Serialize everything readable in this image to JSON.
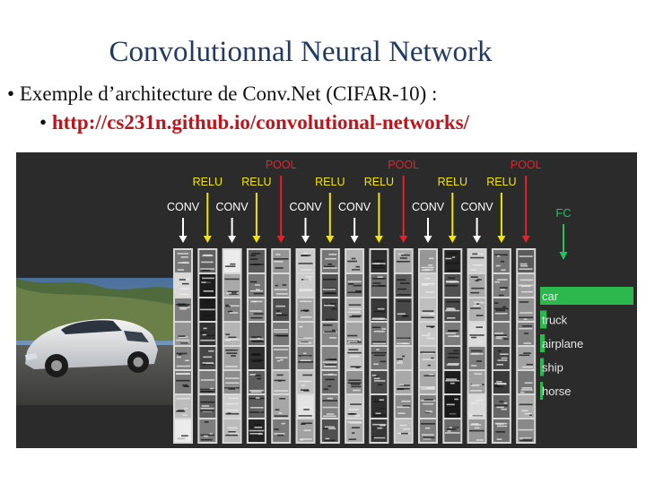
{
  "slide": {
    "title": "Convolutionnal Neural Network",
    "bullet1": {
      "marker": "•",
      "text": "Exemple d’architecture de Conv.Net  (CIFAR-10) :"
    },
    "bullet2": {
      "marker": "•",
      "url": "http://cs231n.github.io/convolutional-networks/"
    }
  },
  "figure": {
    "layers": [
      {
        "label": "CONV",
        "row": "conv",
        "color": "#ffffff"
      },
      {
        "label": "RELU",
        "row": "relu",
        "color": "#f2e600"
      },
      {
        "label": "CONV",
        "row": "conv",
        "color": "#ffffff"
      },
      {
        "label": "RELU",
        "row": "relu",
        "color": "#f2e600"
      },
      {
        "label": "POOL",
        "row": "pool",
        "color": "#e8202a"
      },
      {
        "label": "CONV",
        "row": "conv",
        "color": "#ffffff"
      },
      {
        "label": "RELU",
        "row": "relu",
        "color": "#f2e600"
      },
      {
        "label": "CONV",
        "row": "conv",
        "color": "#ffffff"
      },
      {
        "label": "RELU",
        "row": "relu",
        "color": "#f2e600"
      },
      {
        "label": "POOL",
        "row": "pool",
        "color": "#e8202a"
      },
      {
        "label": "CONV",
        "row": "conv",
        "color": "#ffffff"
      },
      {
        "label": "RELU",
        "row": "relu",
        "color": "#f2e600"
      },
      {
        "label": "CONV",
        "row": "conv",
        "color": "#ffffff"
      },
      {
        "label": "RELU",
        "row": "relu",
        "color": "#f2e600"
      },
      {
        "label": "POOL",
        "row": "pool",
        "color": "#e8202a"
      }
    ],
    "fc": {
      "label": "FC",
      "color": "#22c25a"
    },
    "classes": [
      {
        "label": "car",
        "score": 1.0
      },
      {
        "label": "truck",
        "score": 0.07
      },
      {
        "label": "airplane",
        "score": 0.05
      },
      {
        "label": "ship",
        "score": 0.04
      },
      {
        "label": "horse",
        "score": 0.03
      }
    ],
    "bar_color": "#2db84d"
  }
}
